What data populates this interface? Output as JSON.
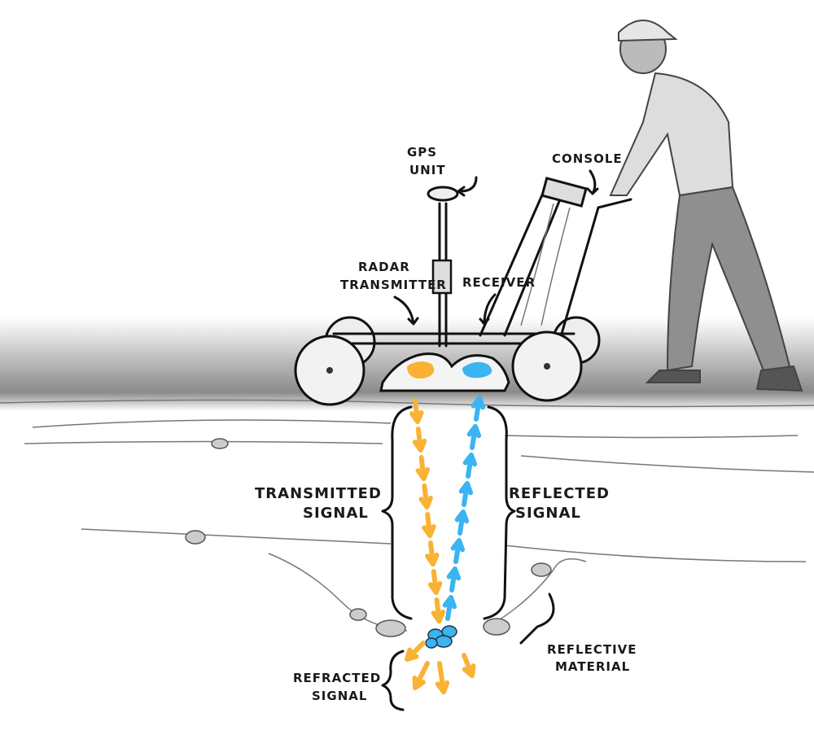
{
  "labels": {
    "gps": [
      "GPS",
      "UNIT"
    ],
    "console": "CONSOLE",
    "transmitter": [
      "RADAR",
      "TRANSMITTER"
    ],
    "receiver": "RECEIVER",
    "transmitted": [
      "TRANSMITTED",
      "SIGNAL"
    ],
    "reflected": [
      "REFLECTED",
      "SIGNAL"
    ],
    "reflective": [
      "REFLECTIVE",
      "MATERIAL"
    ],
    "refracted": [
      "REFRACTED",
      "SIGNAL"
    ]
  },
  "colors": {
    "transmitted": "#F9B233",
    "reflected": "#3AB4F2"
  }
}
